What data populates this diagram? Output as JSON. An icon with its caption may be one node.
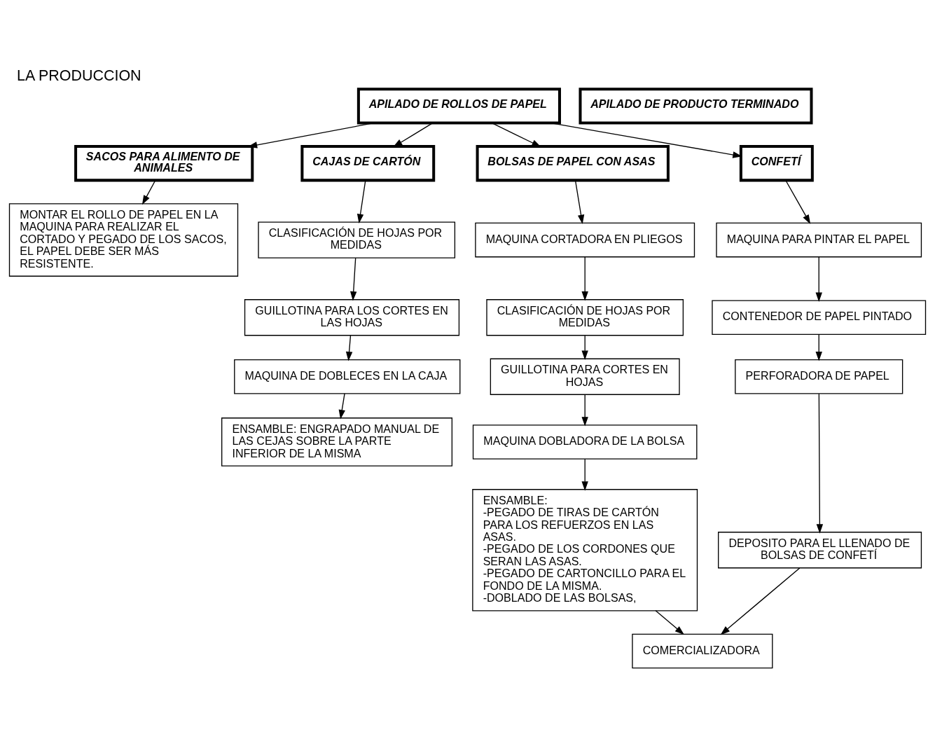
{
  "diagram": {
    "title": "LA PRODUCCION",
    "nodes": [
      {
        "text": [
          "APILADO DE ROLLOS DE PAPEL"
        ]
      },
      {
        "text": [
          "SACOS PARA ALIMENTO DE ANIMALES"
        ]
      },
      {
        "text": [
          "MONTAR EL ROLLO DE PAPEL EN LA MAQUINA PARA REALIZAR EL CORTADO Y PEGADO DE LOS SACOS, EL PAPEL DEBE SER MÁS RESISTENTE."
        ]
      },
      {
        "text": [
          "CAJAS DE CARTÓN"
        ]
      },
      {
        "text": [
          "CLASIFICACIÓN DE HOJAS POR MEDIDAS"
        ]
      },
      {
        "text": [
          "GUILLOTINA PARA LOS CORTES EN LAS HOJAS"
        ]
      },
      {
        "text": [
          "MAQUINA DE DOBLECES EN LA CAJA"
        ]
      },
      {
        "text": [
          "ENSAMBLE: ENGRAPADO MANUAL DE LAS CEJAS SOBRE LA PARTE INFERIOR DE LA MISMA"
        ]
      },
      {
        "text": [
          "APILADO DE PRODUCTO TERMINADO"
        ]
      },
      {
        "text": [
          "BOLSAS DE PAPEL CON ASAS"
        ]
      },
      {
        "text": [
          "CONFETÍ"
        ]
      },
      {
        "text": [
          "MAQUINA CORTADORA EN PLIEGOS"
        ]
      },
      {
        "text": [
          "CLASIFICACIÓN DE HOJAS POR MEDIDAS"
        ]
      },
      {
        "text": [
          "GUILLOTINA PARA CORTES EN HOJAS"
        ]
      },
      {
        "text": [
          "MAQUINA DOBLADORA DE LA BOLSA"
        ]
      },
      {
        "text": [
          "ENSAMBLE:",
          "-PEGADO DE TIRAS DE CARTÓN PARA LOS REFUERZOS EN LAS ASAS.",
          "-PEGADO DE LOS CORDONES QUE SERAN LAS ASAS.",
          "-PEGADO DE CARTONCILLO PARA EL FONDO DE LA MISMA.",
          "-DOBLADO DE LAS BOLSAS,"
        ]
      },
      {
        "text": [
          "MAQUINA PARA PINTAR EL PAPEL"
        ]
      },
      {
        "text": [
          "CONTENEDOR DE PAPEL PINTADO"
        ]
      },
      {
        "text": [
          "PERFORADORA DE PAPEL"
        ]
      },
      {
        "text": [
          "DEPOSITO PARA EL LLENADO DE BOLSAS DE CONFETÍ"
        ]
      },
      {
        "text": [
          "COMERCIALIZADORA"
        ]
      }
    ],
    "edges": [
      {
        "from": 0,
        "to": 1,
        "arrow": "to"
      },
      {
        "from": 1,
        "to": 2,
        "arrow": "to"
      },
      {
        "from": 0,
        "to": 3,
        "arrow": "to"
      },
      {
        "from": 3,
        "to": 4,
        "arrow": "to"
      },
      {
        "from": 4,
        "to": 5,
        "arrow": "to"
      },
      {
        "from": 5,
        "to": 6,
        "arrow": "to"
      },
      {
        "from": 6,
        "to": 7,
        "arrow": "to"
      },
      {
        "from": 0,
        "to": 10,
        "arrow": "to"
      },
      {
        "from": 0,
        "to": 9,
        "arrow": "to"
      },
      {
        "from": 10,
        "to": 16,
        "arrow": "to"
      },
      {
        "from": 9,
        "to": 11,
        "arrow": "to"
      },
      {
        "from": 11,
        "to": 12,
        "arrow": "to"
      },
      {
        "from": 16,
        "to": 17,
        "arrow": "to"
      },
      {
        "from": 12,
        "to": 13,
        "arrow": "to"
      },
      {
        "from": 17,
        "to": 18,
        "arrow": "to"
      },
      {
        "from": 13,
        "to": 14,
        "arrow": "to"
      },
      {
        "from": 18,
        "to": 19,
        "arrow": "to"
      },
      {
        "from": 14,
        "to": 15,
        "arrow": "to"
      },
      {
        "from": 15,
        "to": 20,
        "arrow": "to"
      },
      {
        "from": 19,
        "to": 20,
        "arrow": "to"
      }
    ]
  }
}
